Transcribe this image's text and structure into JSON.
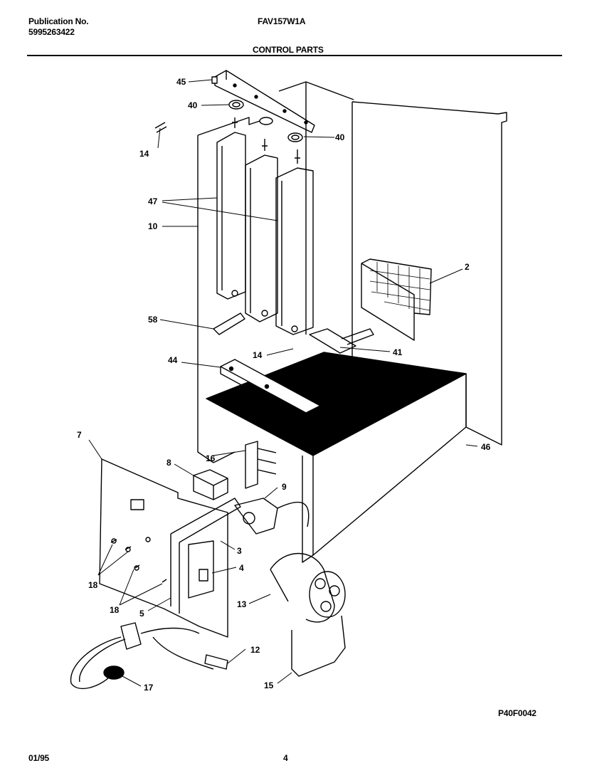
{
  "header": {
    "publication_label": "Publication No.",
    "publication_number": "5995263422",
    "model": "FAV157W1A",
    "section_title": "CONTROL PARTS"
  },
  "footer": {
    "date": "01/95",
    "page": "4",
    "drawing_code": "P40F0042"
  },
  "callouts": [
    {
      "key": "c45",
      "text": "45"
    },
    {
      "key": "c40a",
      "text": "40"
    },
    {
      "key": "c40b",
      "text": "40"
    },
    {
      "key": "c14a",
      "text": "14"
    },
    {
      "key": "c47",
      "text": "47"
    },
    {
      "key": "c10",
      "text": "10"
    },
    {
      "key": "c2",
      "text": "2"
    },
    {
      "key": "c58",
      "text": "58"
    },
    {
      "key": "c14b",
      "text": "14"
    },
    {
      "key": "c41",
      "text": "41"
    },
    {
      "key": "c44",
      "text": "44"
    },
    {
      "key": "c7",
      "text": "7"
    },
    {
      "key": "c16",
      "text": "16"
    },
    {
      "key": "c46",
      "text": "46"
    },
    {
      "key": "c8",
      "text": "8"
    },
    {
      "key": "c9",
      "text": "9"
    },
    {
      "key": "c3",
      "text": "3"
    },
    {
      "key": "c4",
      "text": "4"
    },
    {
      "key": "c18a",
      "text": "18"
    },
    {
      "key": "c18b",
      "text": "18"
    },
    {
      "key": "c5",
      "text": "5"
    },
    {
      "key": "c13",
      "text": "13"
    },
    {
      "key": "c12",
      "text": "12"
    },
    {
      "key": "c17",
      "text": "17"
    },
    {
      "key": "c15",
      "text": "15"
    }
  ]
}
